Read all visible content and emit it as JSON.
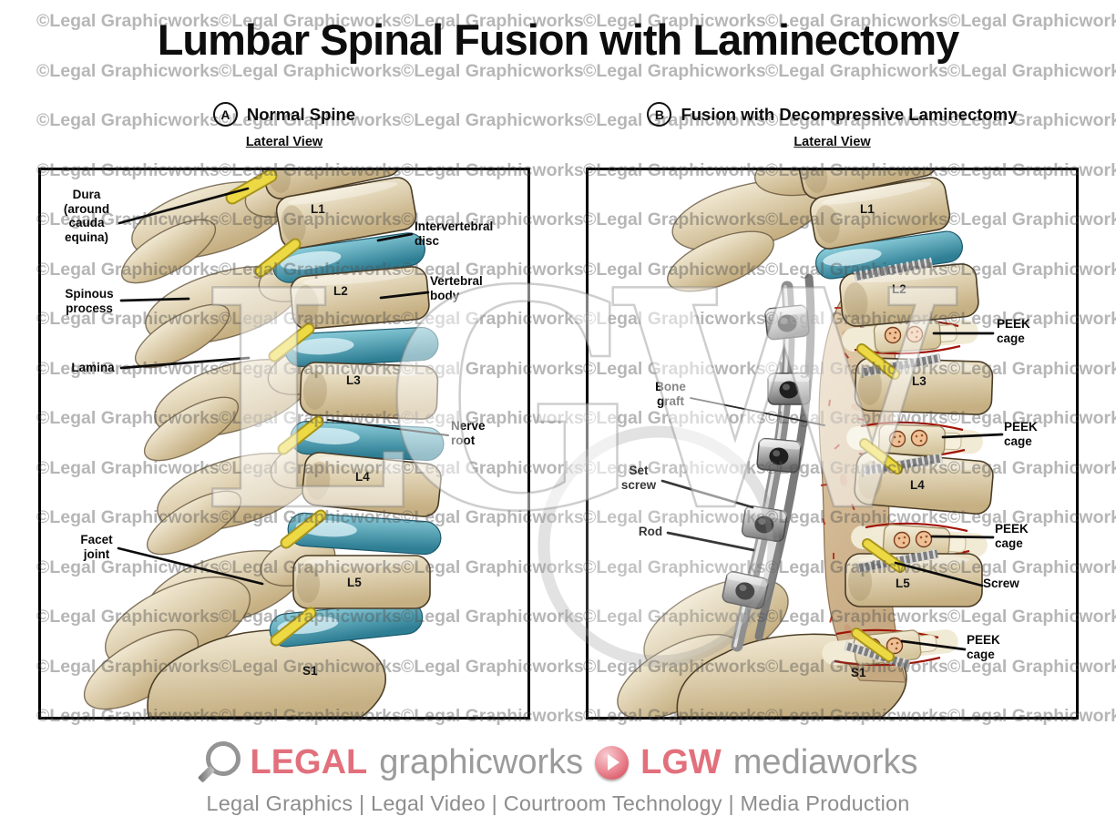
{
  "title": "Lumbar Spinal Fusion with Laminectomy",
  "watermark": {
    "tile_text": "©Legal Graphicworks",
    "big_text": "LGW"
  },
  "panel_a": {
    "badge": "A",
    "heading": "Normal Spine",
    "subheading": "Lateral View",
    "vertebrae": [
      "L1",
      "L2",
      "L3",
      "L4",
      "L5",
      "S1"
    ],
    "labels": {
      "dura": "Dura (around cauda equina)",
      "spinous": "Spinous process",
      "lamina": "Lamina",
      "facet": "Facet joint",
      "disc": "Intervertebral disc",
      "body": "Vertebral body",
      "nerve": "Nerve root"
    }
  },
  "panel_b": {
    "badge": "B",
    "heading": "Fusion with Decompressive Laminectomy",
    "subheading": "Lateral View",
    "vertebrae": [
      "L1",
      "L2",
      "L3",
      "L4",
      "L5",
      "S1"
    ],
    "labels": {
      "bone_graft": "Bone graft",
      "set_screw": "Set screw",
      "rod": "Rod",
      "peek_1": "PEEK cage",
      "peek_2": "PEEK cage",
      "peek_3": "PEEK cage",
      "screw": "Screw",
      "peek_4": "PEEK cage"
    }
  },
  "footer": {
    "brand_1_strong": "LEGAL",
    "brand_1_light": "graphicworks",
    "brand_2_strong": "LGW",
    "brand_2_light": "mediaworks",
    "tagline": "Legal Graphics | Legal Video | Courtroom Technology | Media Production"
  },
  "colors": {
    "accent_pink": "#e2707c",
    "disc_teal": "#3f93a8",
    "bone_beige": "#e9dfc4",
    "nerve_yellow": "#ecd944",
    "hardware_gray": "#8e8e8e",
    "red_margin": "#a01508",
    "watermark_gray": "#b5b5b5"
  }
}
